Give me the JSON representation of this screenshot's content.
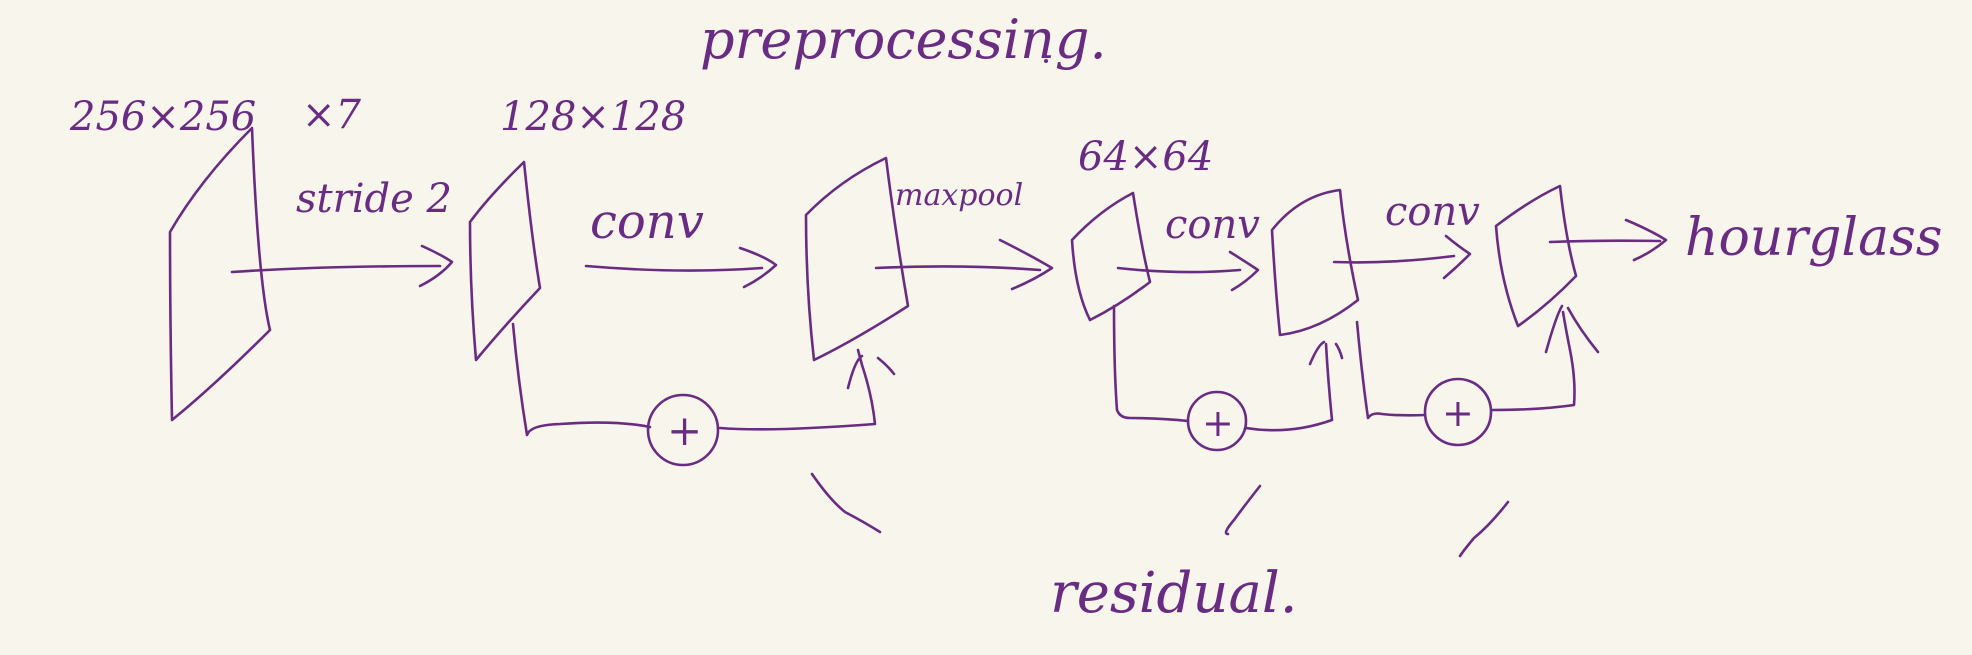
{
  "ink_color": "#6a2c82",
  "background_color": "#f7f5ec",
  "labels": {
    "title": "preprocessing.",
    "input_size": "256×256",
    "channel_mult": "×7",
    "stride": "stride 2",
    "size_128": "128×128",
    "conv_1": "conv",
    "maxpool": "maxpool",
    "size_64": "64×64",
    "conv_2": "conv",
    "conv_3": "conv",
    "hourglass": "hourglass",
    "residual": "residual.",
    "add_symbol": "+"
  }
}
